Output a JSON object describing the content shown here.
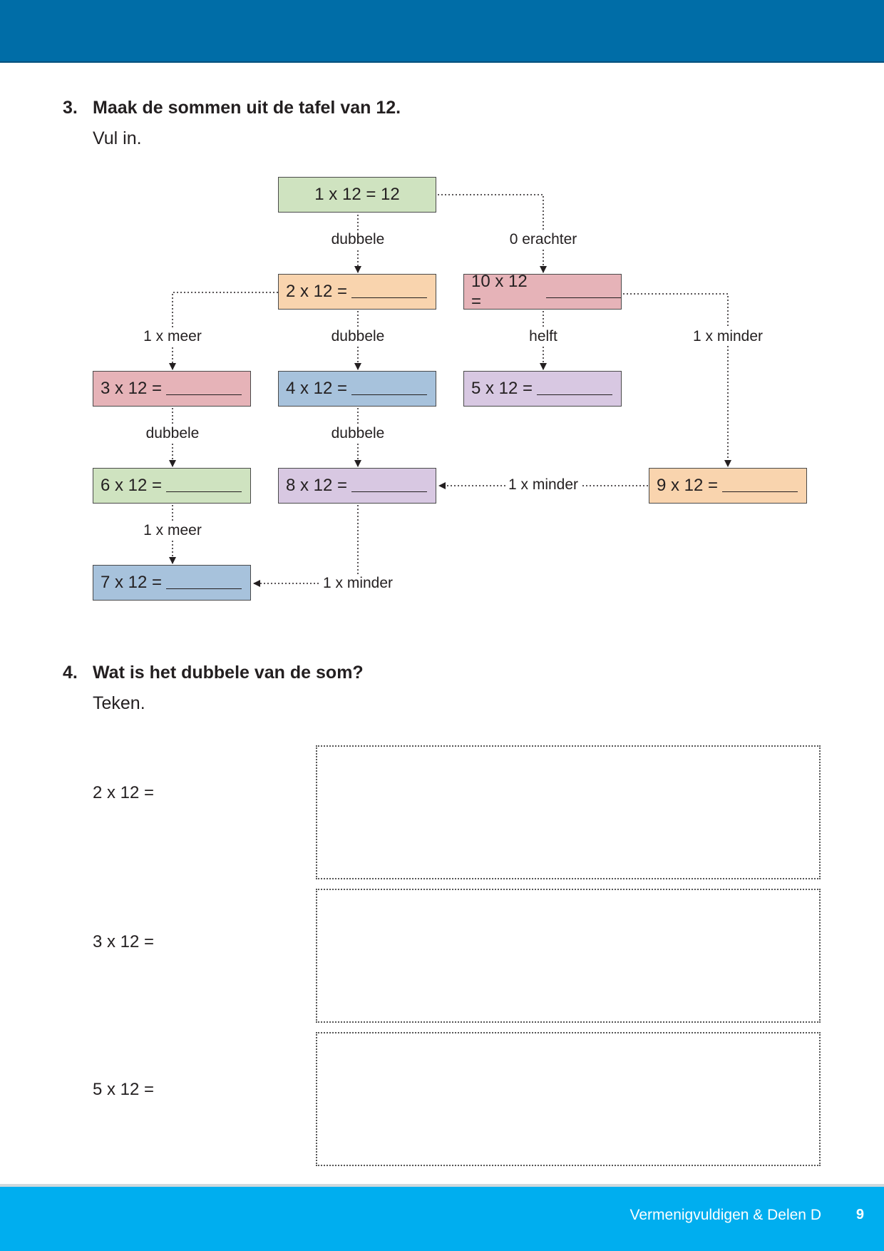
{
  "question3": {
    "number": "3.",
    "title": "Maak de sommen uit de tafel van 12.",
    "instruction": "Vul in."
  },
  "diagram": {
    "boxes": {
      "b1": "1 x 12 = 12",
      "b2": "2 x 12 =",
      "b10": "10 x 12 =",
      "b3": "3 x 12 =",
      "b4": "4 x 12 =",
      "b5": "5 x 12 =",
      "b6": "6 x 12 =",
      "b8": "8 x 12 =",
      "b9": "9 x 12 =",
      "b7": "7 x 12 ="
    },
    "labels": {
      "l1": "dubbele",
      "l2": "0 erachter",
      "l3": "1 x meer",
      "l4": "dubbele",
      "l5": "helft",
      "l6": "1 x minder",
      "l7": "dubbele",
      "l8": "dubbele",
      "l9": "1 x minder",
      "l10": "1 x meer",
      "l11": "1 x minder"
    }
  },
  "question4": {
    "number": "4.",
    "title": "Wat is het dubbele van de som?",
    "instruction": "Teken.",
    "items": [
      "2 x 12 =",
      "3 x 12 =",
      "5 x 12 ="
    ]
  },
  "footer": {
    "title": "Vermenigvuldigen & Delen D",
    "page": "9"
  },
  "colors": {
    "top_band": "#006da7",
    "bottom_band": "#00aeef",
    "green": "#cfe3c0",
    "orange": "#f9d4ae",
    "pink": "#e6b3b8",
    "blue": "#a7c2dc",
    "purple": "#d8c8e2"
  }
}
